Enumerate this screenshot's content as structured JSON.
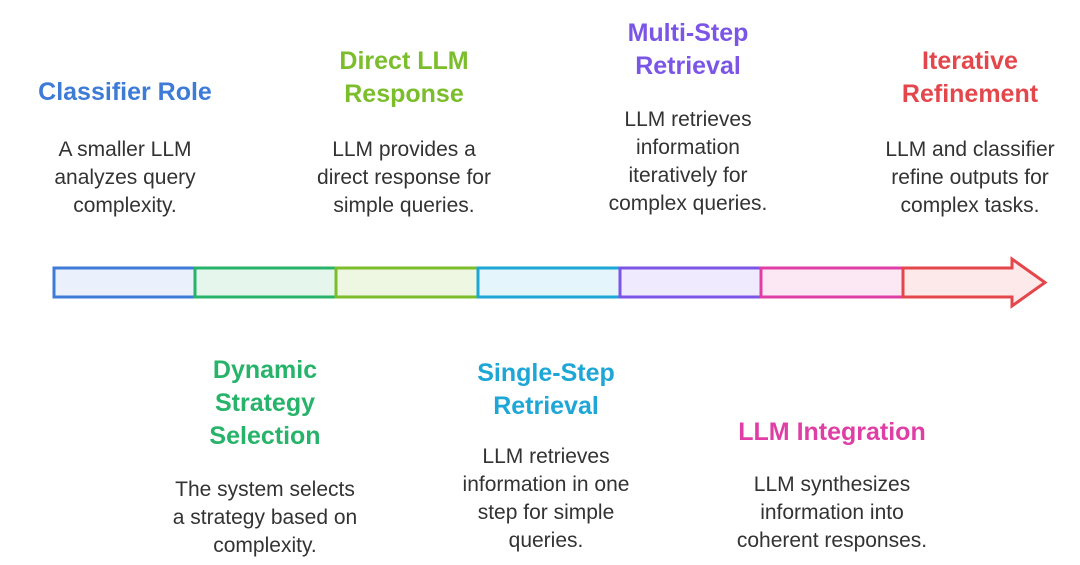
{
  "steps": [
    {
      "title": "Classifier Role",
      "description": "A smaller LLM\nanalyzes query\ncomplexity.",
      "color": "#3e7bd6",
      "fill": "#eaf1fc"
    },
    {
      "title": "Dynamic\nStrategy\nSelection",
      "description": "The system selects\na strategy based on\ncomplexity.",
      "color": "#27b36a",
      "fill": "#e5f7ec"
    },
    {
      "title": "Direct LLM\nResponse",
      "description": "LLM provides a\ndirect response for\nsimple queries.",
      "color": "#7cbd2c",
      "fill": "#eef7e2"
    },
    {
      "title": "Single-Step\nRetrieval",
      "description": "LLM retrieves\ninformation in one\nstep for simple\nqueries.",
      "color": "#1ea6d6",
      "fill": "#e4f5fb"
    },
    {
      "title": "Multi-Step\nRetrieval",
      "description": "LLM retrieves\ninformation\niteratively for\ncomplex queries.",
      "color": "#7b55e6",
      "fill": "#efeafd"
    },
    {
      "title": "LLM Integration",
      "description": "LLM synthesizes\ninformation into\ncoherent responses.",
      "color": "#df3fa5",
      "fill": "#fce8f4"
    },
    {
      "title": "Iterative\nRefinement",
      "description": "LLM and classifier\nrefine outputs for\ncomplex tasks.",
      "color": "#e3474c",
      "fill": "#fde9e9"
    }
  ]
}
